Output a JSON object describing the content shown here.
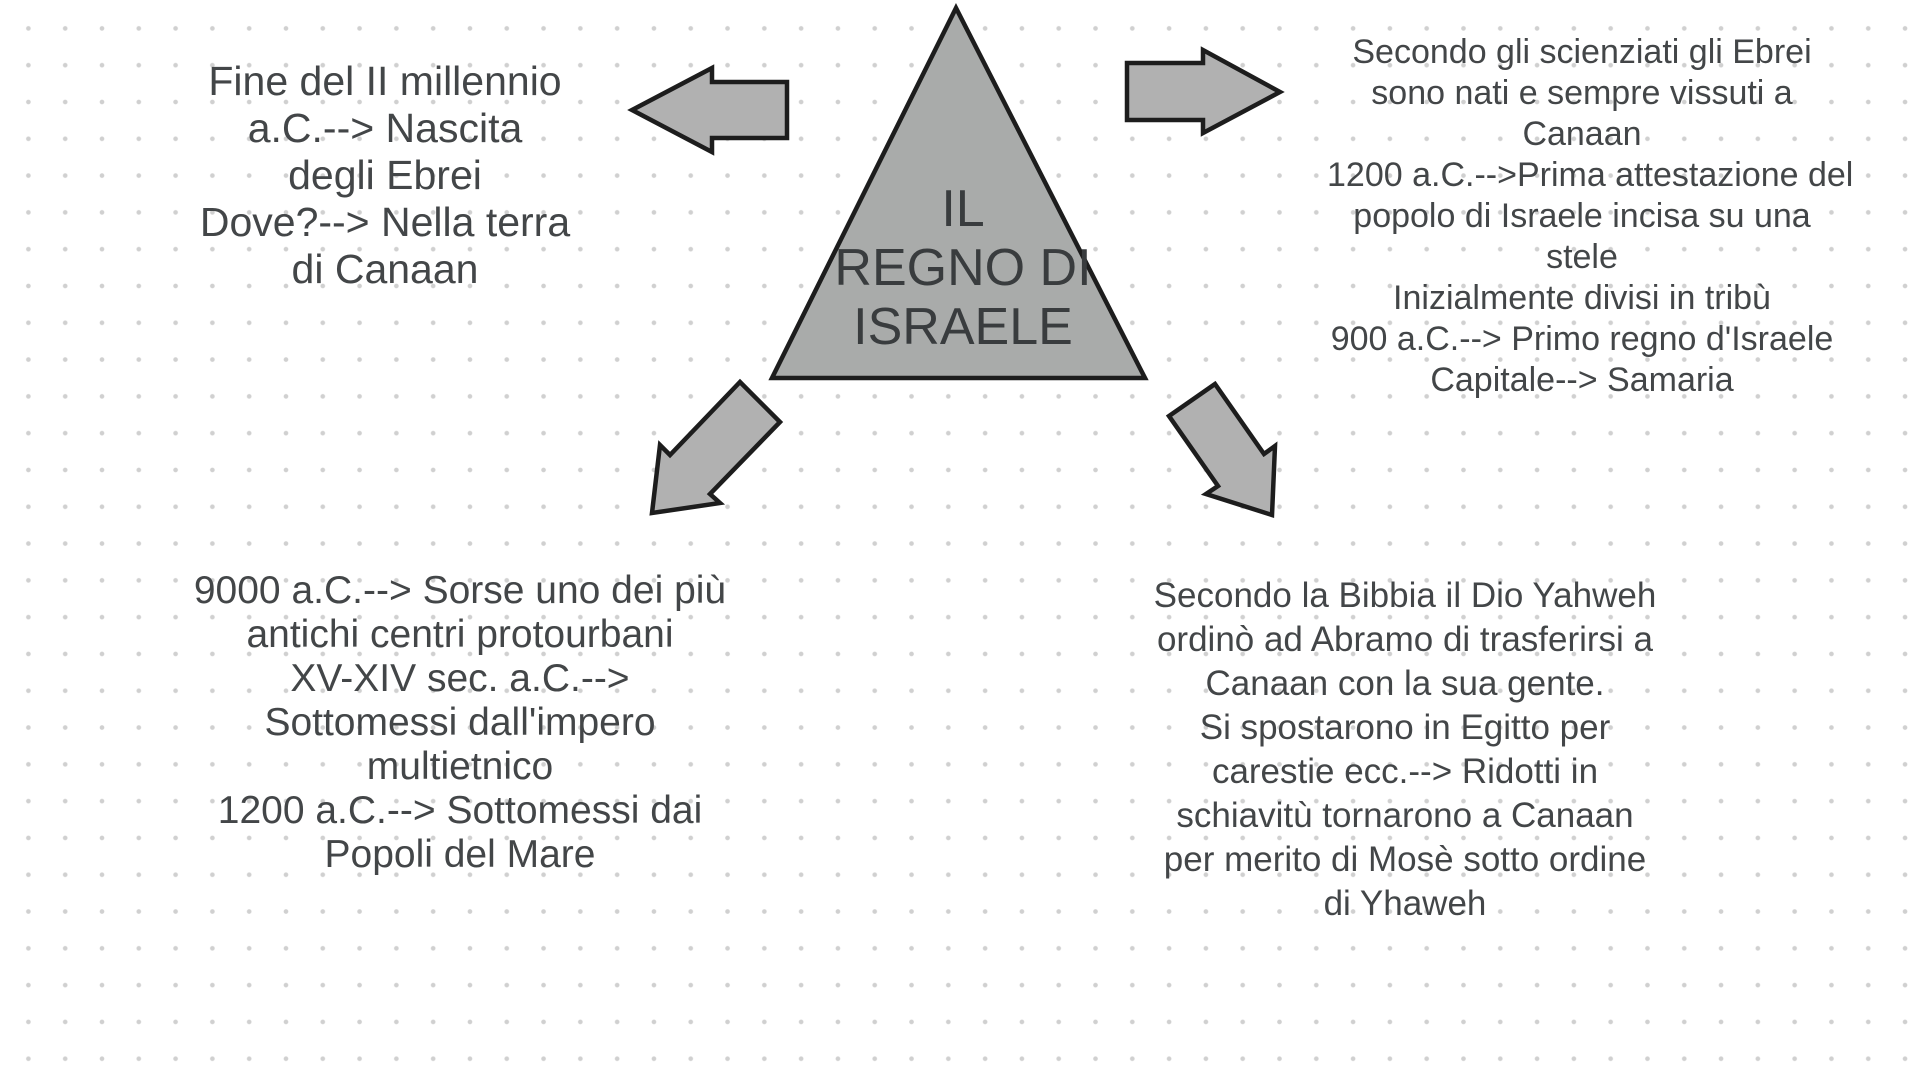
{
  "diagram": {
    "title": "IL REGNO DI ISRAELE",
    "center": {
      "shape": "triangle",
      "lines": [
        "IL",
        "REGNO DI",
        "ISRAELE"
      ]
    },
    "arrows": [
      {
        "name": "arrow-left-icon",
        "direction": "left"
      },
      {
        "name": "arrow-right-icon",
        "direction": "right"
      },
      {
        "name": "arrow-down-left-icon",
        "direction": "down-left"
      },
      {
        "name": "arrow-down-right-icon",
        "direction": "down-right"
      }
    ],
    "nodes": {
      "top_left": {
        "lines": [
          "Fine del II millennio",
          "a.C.--> Nascita",
          "degli Ebrei",
          "Dove?--> Nella terra",
          "di Canaan"
        ]
      },
      "top_right": {
        "lines": [
          "Secondo gli scienziati gli Ebrei",
          "sono nati e sempre vissuti a",
          "Canaan",
          "1200 a.C.-->Prima attestazione del",
          "popolo di Israele incisa su una",
          "stele",
          "Inizialmente divisi in tribù",
          "900 a.C.--> Primo regno d'Israele",
          "Capitale--> Samaria"
        ]
      },
      "bottom_left": {
        "lines": [
          "9000 a.C.--> Sorse uno dei più",
          "antichi centri protourbani",
          "XV-XIV sec. a.C.-->",
          "Sottomessi dall'impero",
          "multietnico",
          "1200 a.C.--> Sottomessi dai",
          "Popoli del Mare"
        ]
      },
      "bottom_right": {
        "lines": [
          "Secondo la Bibbia il Dio Yahweh",
          "ordinò ad Abramo di trasferirsi a",
          "Canaan con la sua gente.",
          "Si spostarono in Egitto per",
          "carestie ecc.--> Ridotti in",
          "schiavitù tornarono a Canaan",
          "per merito di Mosè sotto ordine",
          "di Yhaweh"
        ]
      }
    },
    "colors": {
      "shape_fill": "#b1b1b1",
      "triangle_fill": "#a9abaa",
      "shape_stroke": "#1d1d1d",
      "body_text": "#434648",
      "center_text": "#393c3e",
      "background_dot": "#d0d0d0",
      "page_bg": "#ffffff"
    }
  }
}
